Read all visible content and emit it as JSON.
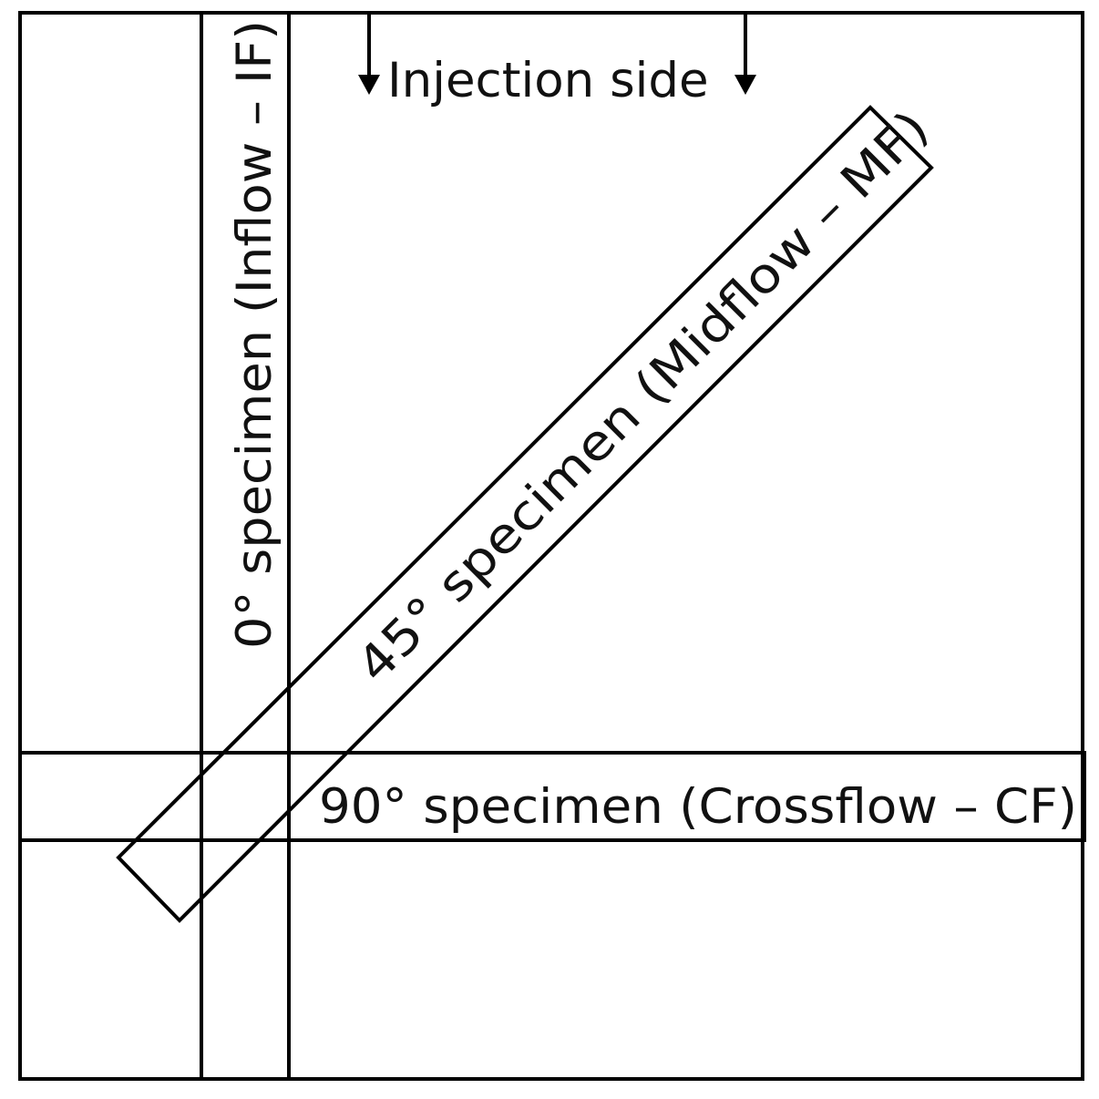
{
  "labels": {
    "injection": "Injection side",
    "specimen_0": "0° specimen (Inflow – IF)",
    "specimen_45": "45° specimen (Midflow – MF)",
    "specimen_90": "90° specimen (Crossflow – CF)"
  },
  "icons": {
    "left_arrow": "arrow-down-icon",
    "right_arrow": "arrow-down-icon"
  },
  "colors": {
    "stroke": "#000000",
    "text": "#111111",
    "background": "#ffffff"
  }
}
